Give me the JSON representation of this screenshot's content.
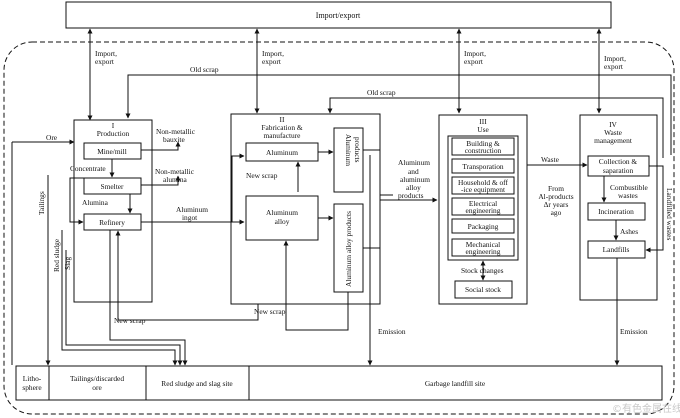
{
  "top_box": {
    "label": "Import/export"
  },
  "import_export_labels": [
    [
      "Import,",
      "export"
    ],
    [
      "Import,",
      "export"
    ],
    [
      "Import,",
      "export"
    ],
    [
      "Import,",
      "export"
    ]
  ],
  "flow_labels": {
    "old_scrap_top": "Old scrap",
    "old_scrap_mid": "Old scrap",
    "ore": "Ore",
    "non_metallic_bauxite": [
      "Non-metallic",
      "bauxite"
    ],
    "concentrate": "Concentrate",
    "non_metallic_alumina": [
      "Non-metallic",
      "alumina"
    ],
    "alumina": "Alumina",
    "aluminum_ingot": [
      "Aluminum",
      "ingot"
    ],
    "tailings": "Tailings",
    "red_sludge": "Red sludge",
    "slag": "Slag",
    "new_scrap_fab": "New scrap",
    "new_scrap_bottom": "New scrap",
    "new_scrap_left": "New scrap",
    "aluminum_products": [
      "Aluminum",
      "and",
      "aluminum",
      "alloy",
      "products"
    ],
    "waste": "Waste",
    "from_ai_products": [
      "From",
      "Al-products",
      "Δr years",
      "ago"
    ],
    "combustible_wastes": [
      "Combustible",
      "wastes"
    ],
    "ashes": "Ashes",
    "landfilled_wastes": "Landfilled wastes",
    "emission_use": "Emission",
    "emission_waste": "Emission",
    "stock_changes": "Stock changes"
  },
  "stages": {
    "production": {
      "num": "I",
      "name": "Production"
    },
    "fabrication": {
      "num": "II",
      "name": [
        "Fabrication &",
        "manufacture"
      ]
    },
    "use": {
      "num": "III",
      "name": "Use"
    },
    "waste": {
      "num": "IV",
      "name": [
        "Waste",
        "management"
      ]
    }
  },
  "production_boxes": {
    "mine": "Mine/mill",
    "smelter": "Smelter",
    "refinery": "Refinery"
  },
  "fabrication_boxes": {
    "aluminum": "Aluminum",
    "aluminum_alloy": [
      "Aluminum",
      "alloy"
    ],
    "aluminum_products": [
      "Aluminum",
      "products"
    ],
    "aluminum_alloy_products": "Aluminum alloy products"
  },
  "use_boxes": [
    [
      "Building &",
      "construction"
    ],
    [
      "Transporation"
    ],
    [
      "Household & off",
      "-ice equipment"
    ],
    [
      "Electrical",
      "engineering"
    ],
    [
      "Packaging"
    ],
    [
      "Mechanical",
      "engineering"
    ]
  ],
  "social_stock": "Social stock",
  "waste_boxes": {
    "collection": [
      "Collection &",
      "saparation"
    ],
    "incineration": "Incineration",
    "landfills": "Landfills"
  },
  "bottom_sites": {
    "lithosphere": [
      "Litho-",
      "sphere"
    ],
    "tailings_site": [
      "Tailings/discarded",
      "ore"
    ],
    "red_sludge_site": "Red sludge and slag site",
    "garbage_site": "Garbage landfill site"
  },
  "watermark": "©有色金属在线"
}
